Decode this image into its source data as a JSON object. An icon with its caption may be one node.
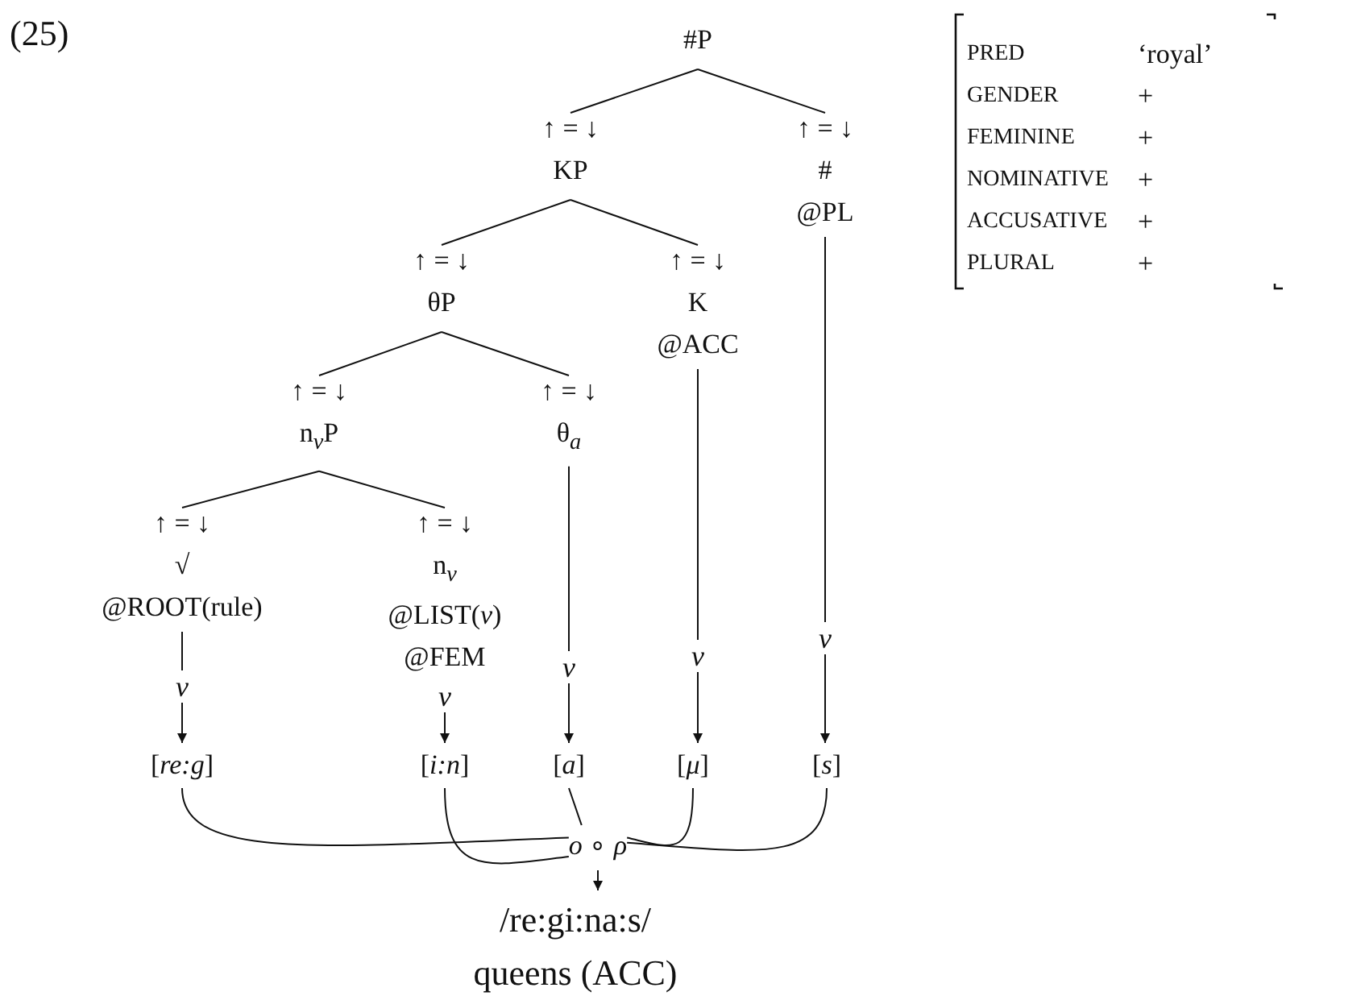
{
  "diagram": {
    "nodes": [
      {
        "text": [
          "#P"
        ]
      },
      {
        "text": [
          "↑ = ↓",
          "KP"
        ]
      },
      {
        "text": [
          "↑ = ↓",
          "#",
          "@PL"
        ]
      },
      {
        "text": [
          "↑ = ↓",
          "θP"
        ]
      },
      {
        "text": [
          "↑ = ↓",
          "K",
          "@ACC"
        ]
      },
      {
        "text": [
          "↑ = ↓",
          "n$_{v}$P"
        ]
      },
      {
        "text": [
          "↑ = ↓",
          "θ$_{a}$"
        ]
      },
      {
        "text": [
          "↑ = ↓",
          "√",
          "@ROOT(rule)"
        ]
      },
      {
        "text": [
          "↑ = ↓",
          "n$_{v}$",
          "@LIST(*v*)",
          "@FEM"
        ]
      },
      {
        "text": [
          "[*re:g*]"
        ]
      },
      {
        "text": [
          "[*i:n*]"
        ]
      },
      {
        "text": [
          "[*a*]"
        ]
      },
      {
        "text": [
          "[*μ*]"
        ]
      },
      {
        "text": [
          "[*s*]"
        ]
      },
      {
        "text": [
          "*o* ∘ *ρ*"
        ]
      },
      {
        "text": [
          "/re:gi:na:s/",
          "queens (ACC)"
        ]
      }
    ],
    "edges": [
      {
        "from": 0,
        "to": 1,
        "arrow": "none"
      },
      {
        "from": 0,
        "to": 2,
        "arrow": "none"
      },
      {
        "from": 1,
        "to": 3,
        "arrow": "none"
      },
      {
        "from": 1,
        "to": 4,
        "arrow": "none"
      },
      {
        "from": 3,
        "to": 5,
        "arrow": "none"
      },
      {
        "from": 3,
        "to": 6,
        "arrow": "none"
      },
      {
        "from": 5,
        "to": 7,
        "arrow": "none"
      },
      {
        "from": 5,
        "to": 8,
        "arrow": "none"
      },
      {
        "from": 7,
        "to": 9,
        "arrow": "to",
        "label": "ν"
      },
      {
        "from": 8,
        "to": 10,
        "arrow": "to",
        "label": "ν"
      },
      {
        "from": 6,
        "to": 11,
        "arrow": "to",
        "label": "ν"
      },
      {
        "from": 4,
        "to": 12,
        "arrow": "to",
        "label": "ν"
      },
      {
        "from": 2,
        "to": 13,
        "arrow": "to",
        "label": "ν"
      },
      {
        "from": 9,
        "to": 14,
        "arrow": "none"
      },
      {
        "from": 10,
        "to": 14,
        "arrow": "none"
      },
      {
        "from": 11,
        "to": 14,
        "arrow": "none"
      },
      {
        "from": 12,
        "to": 14,
        "arrow": "none"
      },
      {
        "from": 13,
        "to": 14,
        "arrow": "none"
      },
      {
        "from": 14,
        "to": 15,
        "arrow": "to"
      }
    ],
    "labels": [
      "(25)",
      "PRED",
      "‘royal’",
      "GENDER",
      "+",
      "FEMININE",
      "+",
      "NOMINATIVE",
      "+",
      "ACCUSATIVE",
      "+",
      "PLURAL",
      "+"
    ]
  }
}
